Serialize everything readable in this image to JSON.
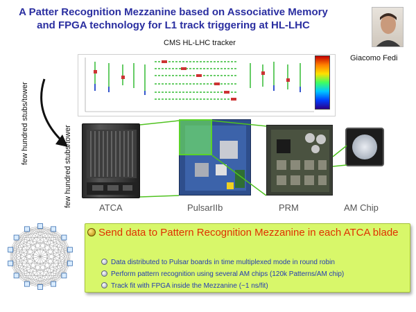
{
  "title": {
    "line1": "A Patter Recognition Mezzanine based on Associative Memory",
    "line2": "and FPGA technology for L1 track triggering at HL-LHC"
  },
  "author": "Giacomo Fedi",
  "subtitle": "CMS HL-LHC tracker",
  "side_labels": {
    "label1": "few hundred stubs/tower",
    "label2": "few hundred stubs/tower"
  },
  "hardware": {
    "atca": "ATCA",
    "pulsar": "PulsarIIb",
    "prm": "PRM",
    "am_chip": "AM Chip"
  },
  "bullets": {
    "main": "Send data to Pattern Recognition Mezzanine in each ATCA blade",
    "sub": [
      "Data distributed to Pulsar boards in time multiplexed mode in round robin",
      "Perform pattern recognition using several AM chips (120k Patterns/AM chip)",
      "Track fit with FPGA inside the Mezzanine (~1 ns/fit)"
    ]
  },
  "colors": {
    "title": "#2a2ea0",
    "bullet_main": "#e03000",
    "bullet_sub": "#233bb3",
    "bullet_box": "#d8f76a"
  }
}
